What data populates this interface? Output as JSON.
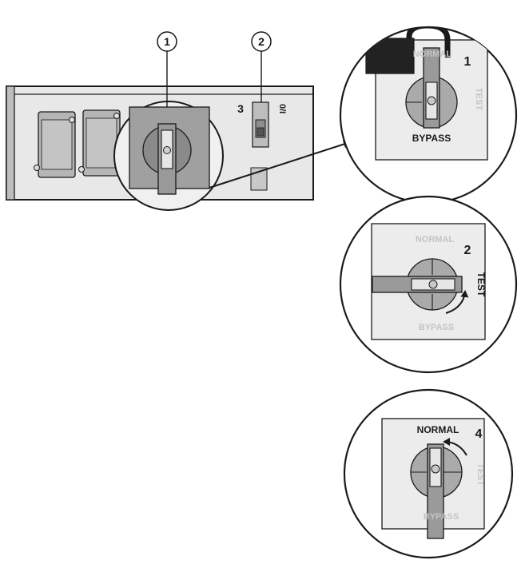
{
  "callouts": {
    "c1": "1",
    "c2": "2",
    "c3": "3"
  },
  "panel_label": "0/I",
  "steps": [
    {
      "number": "1",
      "normal": "NORMAL",
      "test": "TEST",
      "bypass": "BYPASS"
    },
    {
      "number": "2",
      "normal": "NORMAL",
      "test": "TEST",
      "bypass": "BYPASS"
    },
    {
      "number": "4",
      "normal": "NORMAL",
      "test": "TEST",
      "bypass": "BYPASS"
    }
  ],
  "colors": {
    "outline": "#1a1a1a",
    "panel_face": "#ececec",
    "knob": "#aaaaaa",
    "dark_fill": "#222222",
    "faded_text": "#c4c4c4"
  }
}
